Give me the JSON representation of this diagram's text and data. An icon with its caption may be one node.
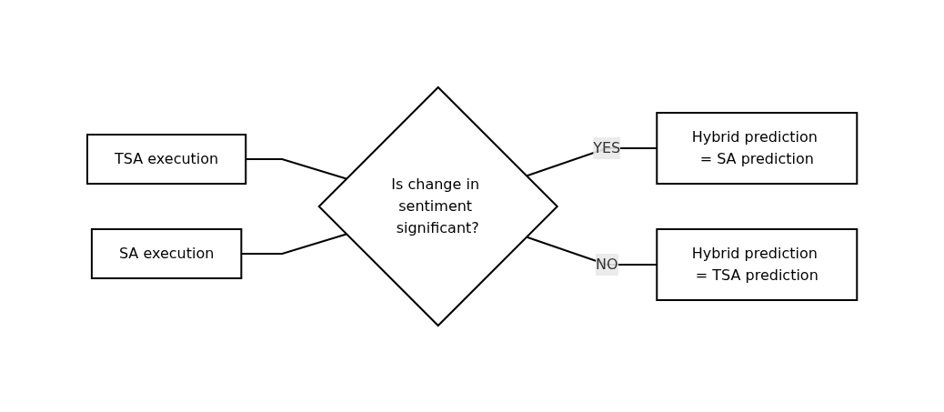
{
  "diagram": {
    "nodes": [
      {
        "text": [
          "TSA execution"
        ]
      },
      {
        "text": [
          "SA execution"
        ]
      },
      {
        "text": [
          "Is change in sentiment significant?"
        ]
      },
      {
        "text": [
          "Hybrid prediction = SA prediction"
        ]
      },
      {
        "text": [
          "Hybrid prediction = TSA prediction"
        ]
      }
    ],
    "edges": [
      {
        "from": 0,
        "to": 2,
        "arrow": "none"
      },
      {
        "from": 1,
        "to": 2,
        "arrow": "none"
      },
      {
        "from": 2,
        "to": 3,
        "label": "YES",
        "arrow": "none"
      },
      {
        "from": 2,
        "to": 4,
        "label": "NO",
        "arrow": "none"
      }
    ]
  }
}
